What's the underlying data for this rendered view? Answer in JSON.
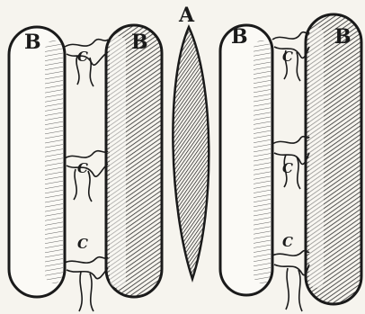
{
  "figure": {
    "labels": {
      "a": "A",
      "b": "B",
      "c": "C"
    },
    "colors": {
      "paper": "#f6f4ee",
      "ink": "#1a1a1a",
      "shade": "#3a3a3a"
    },
    "description_style": "woodcut engraving, black ink on paper"
  }
}
